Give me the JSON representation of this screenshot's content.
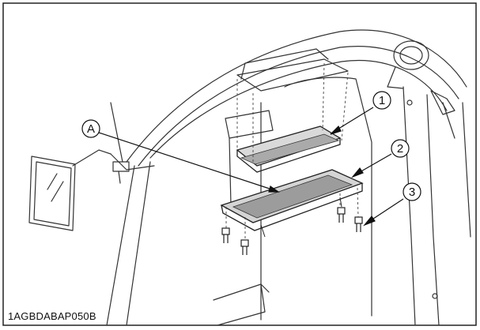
{
  "figure": {
    "reference_code": "1AGBDABAP050B",
    "callouts": [
      {
        "id": "1",
        "label": "1"
      },
      {
        "id": "2",
        "label": "2"
      },
      {
        "id": "3",
        "label": "3"
      },
      {
        "id": "A",
        "label": "A"
      }
    ]
  }
}
